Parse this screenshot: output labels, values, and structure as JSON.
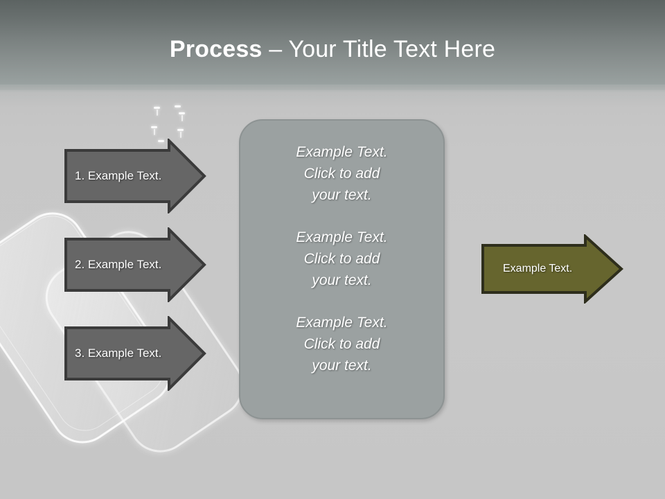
{
  "slide": {
    "title_bold": "Process",
    "title_rest": " – Your Title Text Here"
  },
  "colors": {
    "title_band_top": "#5c6362",
    "title_band_bottom": "#a3a9a8",
    "background": "#c6c6c6",
    "step_arrow_fill": "#666666",
    "step_arrow_border": "#3b3b3b",
    "panel_fill": "#9ba1a1",
    "panel_border": "#8d9393",
    "result_arrow_fill": "#66652e",
    "result_arrow_border": "#2e2e1c",
    "text_light": "#ffffff"
  },
  "steps": [
    {
      "label": "1. Example Text."
    },
    {
      "label": "2. Example Text."
    },
    {
      "label": "3. Example Text."
    }
  ],
  "panel": {
    "blocks": [
      {
        "line1": "Example Text.",
        "line2": "Click  to add",
        "line3": "your text."
      },
      {
        "line1": "Example Text.",
        "line2": "Click  to add",
        "line3": "your text."
      },
      {
        "line1": "Example Text.",
        "line2": "Click  to add",
        "line3": "your text."
      }
    ]
  },
  "result_arrow": {
    "label": "Example Text."
  },
  "watermark": {
    "name": "dog-tags-watermark"
  }
}
